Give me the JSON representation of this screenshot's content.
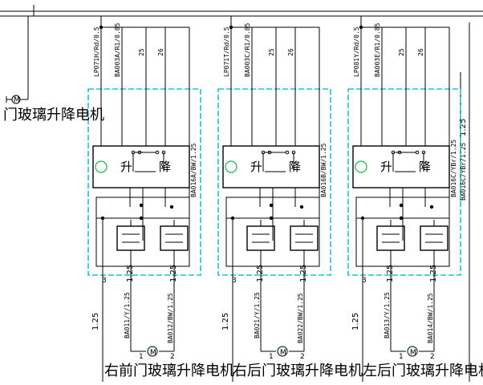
{
  "left_motor_label": "门玻璃升降电机",
  "units": [
    {
      "title": "右前门玻璃升降电机",
      "top_wires": [
        "LP071H/Rd/0.5",
        "BA003A/R1/0.85",
        "25",
        "26"
      ],
      "side_wire": "BA016A/BW/1.25",
      "up_label": "升",
      "down_label": "降",
      "bottom_left_num": "3",
      "gauge_left": "1.25",
      "bottom_wires": [
        "BA011/Y/1.25",
        "BA012/BW/1.25"
      ],
      "motor_letter": "M",
      "motor_pin_left": "1",
      "motor_pin_right": "2"
    },
    {
      "title": "右后门玻璃升降电机",
      "top_wires": [
        "LP071T/Rd/0.5",
        "BA003C/R1/0.85",
        "25",
        "26"
      ],
      "side_wire": "BA016B/BW/1.25",
      "up_label": "升",
      "down_label": "降",
      "bottom_left_num": "3",
      "gauge_left": "1.25",
      "bottom_wires": [
        "BA021/Y/1.25",
        "BA022/BW/1.25"
      ],
      "motor_letter": "M",
      "motor_pin_left": "1",
      "motor_pin_right": "2"
    },
    {
      "title": "左后门玻璃升降电机",
      "top_wires": [
        "LP081Y/Rd/0.5",
        "BA003E/R1/0.85",
        "25",
        "26"
      ],
      "side_wire": "BA016C/YBr/1.25",
      "up_label": "升",
      "down_label": "降",
      "bottom_left_num": "3",
      "gauge_left": "1.25",
      "bottom_wires": [
        "BA013/Y/1.25",
        "BA014/BW/1.25"
      ],
      "motor_letter": "M",
      "motor_pin_left": "1",
      "motor_pin_right": "2"
    }
  ],
  "right_edge_wire": "BA016C/YBr/1.25",
  "right_edge_gauge": "1.25"
}
